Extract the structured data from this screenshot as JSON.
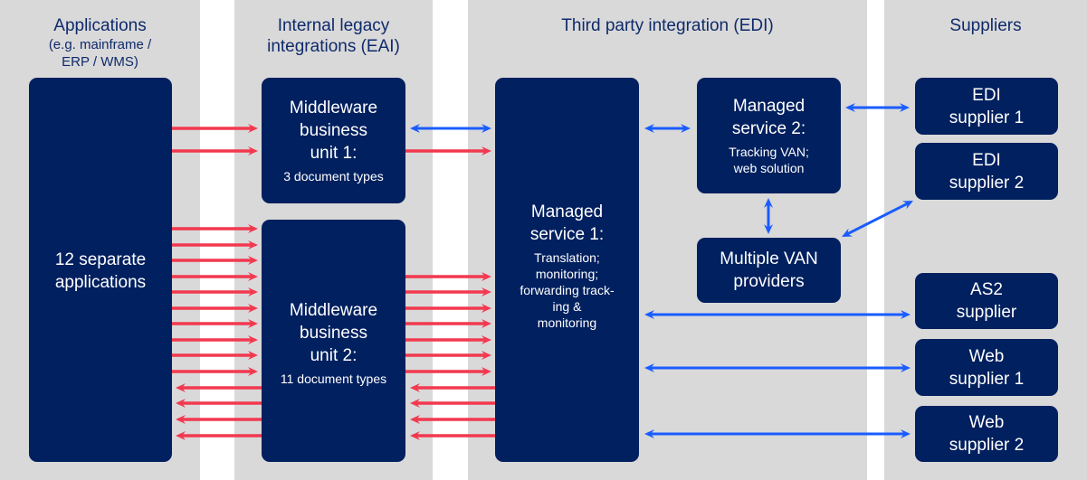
{
  "columns": [
    {
      "title": "Applications",
      "subtitle": "(e.g. mainframe /\nERP / WMS)"
    },
    {
      "title": "Internal legacy\nintegrations (EAI)"
    },
    {
      "title": "Third party integration (EDI)"
    },
    {
      "title": "Suppliers"
    }
  ],
  "boxes": {
    "applications": {
      "main": "12 separate\napplications"
    },
    "mbu1": {
      "main": "Middleware\nbusiness\nunit 1:",
      "sub": "3 document types"
    },
    "mbu2": {
      "main": "Middleware\nbusiness\nunit 2:",
      "sub": "11 document types"
    },
    "ms1": {
      "main": "Managed\nservice 1:",
      "sub": "Translation;\nmonitoring;\nforwarding track-\ning &\nmonitoring"
    },
    "ms2": {
      "main": "Managed\nservice 2:",
      "sub": "Tracking VAN;\nweb solution"
    },
    "van": {
      "main": "Multiple VAN\nproviders"
    },
    "edi1": {
      "main": "EDI\nsupplier 1"
    },
    "edi2": {
      "main": "EDI\nsupplier 2"
    },
    "as2": {
      "main": "AS2\nsupplier"
    },
    "web1": {
      "main": "Web\nsupplier 1"
    },
    "web2": {
      "main": "Web\nsupplier 2"
    }
  },
  "connections": {
    "apps_to_mbu1": {
      "direction": "forward",
      "count": 2
    },
    "apps_to_mbu2": {
      "direction": "forward",
      "count": 10
    },
    "mbu2_to_apps": {
      "direction": "backward",
      "count": 4
    },
    "mbu1_ms1_bidirectional": {
      "direction": "both",
      "count": 1
    },
    "mbu1_to_ms1": {
      "direction": "forward",
      "count": 1
    },
    "mbu2_to_ms1": {
      "direction": "forward",
      "count": 7
    },
    "ms1_to_mbu2": {
      "direction": "backward",
      "count": 4
    },
    "ms1_ms2": {
      "direction": "both"
    },
    "ms2_van": {
      "direction": "both"
    },
    "ms2_edi1": {
      "direction": "both"
    },
    "van_edi2": {
      "direction": "both"
    },
    "ms1_as2": {
      "direction": "both"
    },
    "ms1_web1": {
      "direction": "both"
    },
    "ms1_web2": {
      "direction": "both"
    }
  },
  "colors": {
    "box": "#00205f",
    "column": "#d9d9d9",
    "title": "#0f2a6b",
    "red_arrow": "#f2394f",
    "blue_arrow": "#1a5cff"
  }
}
